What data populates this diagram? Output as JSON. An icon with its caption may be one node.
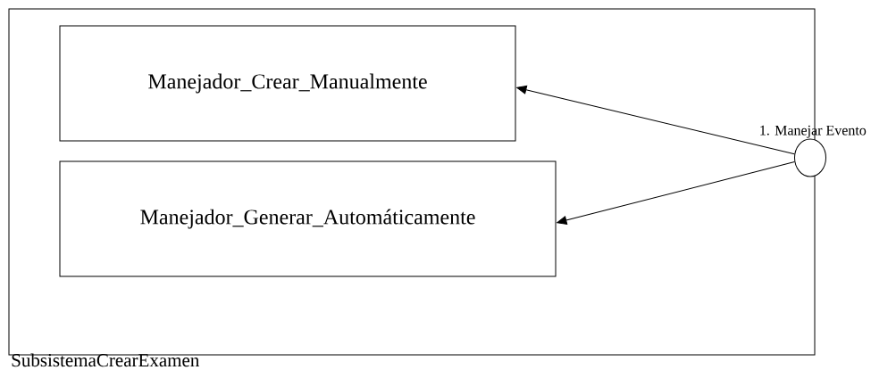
{
  "diagram": {
    "nodes": [
      {
        "text": [
          "SubsistemaCrearExamen"
        ]
      },
      {
        "text": [
          "Manejador_Crear_Manualmente"
        ],
        "in": 0
      },
      {
        "text": [
          "Manejador_Generar_Automáticamente"
        ],
        "in": 0
      },
      {
        "text": [],
        "shape": "circle",
        "beside": [
          "1. Manejar Evento"
        ]
      }
    ],
    "edges": [
      {
        "from": 3,
        "to": 1,
        "arrow": "to"
      },
      {
        "from": 3,
        "to": 2,
        "arrow": "to"
      }
    ]
  }
}
